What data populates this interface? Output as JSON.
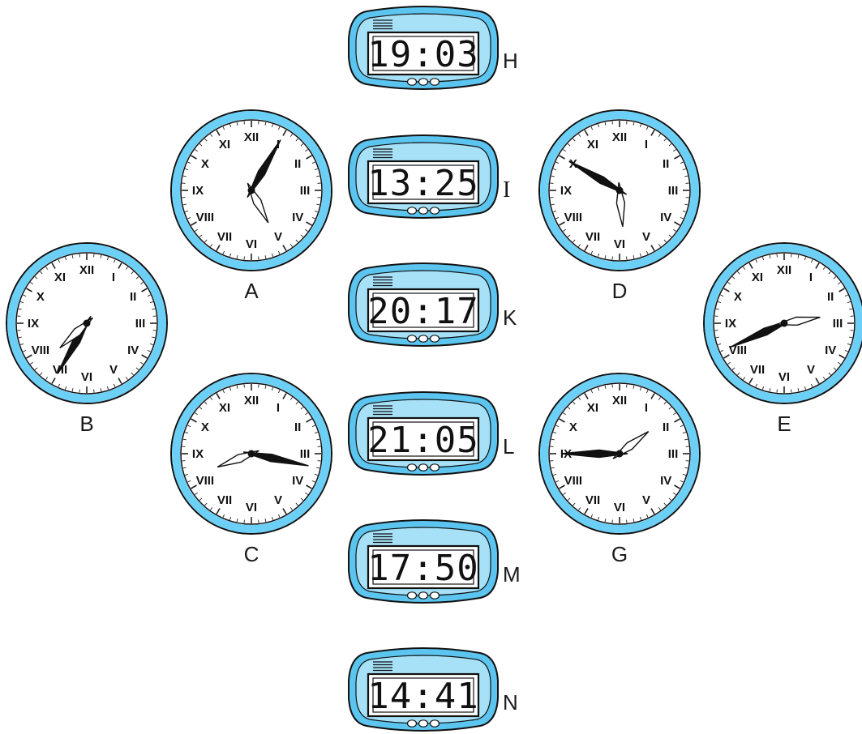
{
  "clock_numerals": [
    "XII",
    "I",
    "II",
    "III",
    "IV",
    "V",
    "VI",
    "VII",
    "VIII",
    "IX",
    "X",
    "XI"
  ],
  "analog_clocks": [
    {
      "label": "A",
      "hour": 5,
      "minute": 5
    },
    {
      "label": "B",
      "hour": 7,
      "minute": 35
    },
    {
      "label": "C",
      "hour": 8,
      "minute": 17
    },
    {
      "label": "D",
      "hour": 5,
      "minute": 50
    },
    {
      "label": "E",
      "hour": 2,
      "minute": 41
    },
    {
      "label": "G",
      "hour": 1,
      "minute": 45
    }
  ],
  "digital_clocks": [
    {
      "label": "H",
      "time": "19:03"
    },
    {
      "label": "I",
      "time": "13:25"
    },
    {
      "label": "K",
      "time": "20:17"
    },
    {
      "label": "L",
      "time": "21:05"
    },
    {
      "label": "M",
      "time": "17:50"
    },
    {
      "label": "N",
      "time": "14:41"
    }
  ],
  "colors": {
    "clock_rim": "#6ccff6",
    "watch_body": "#5bc4ef",
    "watch_top": "#a6e1f8",
    "outline": "#111111"
  }
}
